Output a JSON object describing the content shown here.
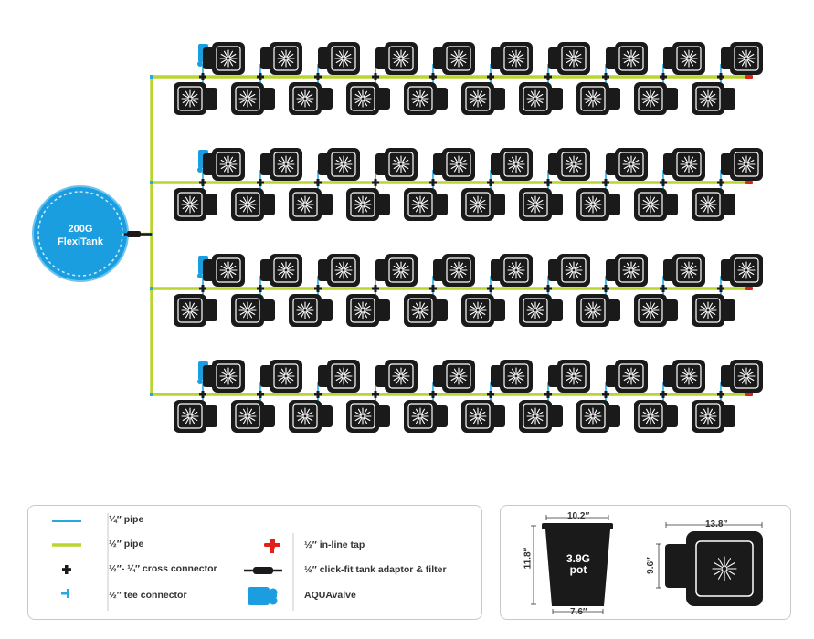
{
  "tank": {
    "line1": "200G",
    "line2": "FlexiTank"
  },
  "layout": {
    "rows": 4,
    "units_per_row": 10
  },
  "legend": {
    "quarter_pipe": "¼″ pipe",
    "half_pipe": "½″ pipe",
    "cross_connector": "½″- ¼″ cross connector",
    "tee_connector": "½″ tee connector",
    "inline_tap": "½″ in-line tap",
    "tank_adaptor": "½″ click-fit tank adaptor & filter",
    "aquavalve": "AQUAvalve"
  },
  "pot": {
    "label_line1": "3.9G",
    "label_line2": "pot",
    "top_width": "10.2″",
    "height": "11.8″",
    "bottom_width": "7.6″"
  },
  "tray": {
    "width": "13.8″",
    "depth": "9.6″"
  },
  "colors": {
    "half_pipe": "#b9d530",
    "quarter_pipe": "#29a8e0",
    "tank": "#1a9ee0",
    "tap": "#e0221c",
    "unit": "#1a1a1a"
  }
}
